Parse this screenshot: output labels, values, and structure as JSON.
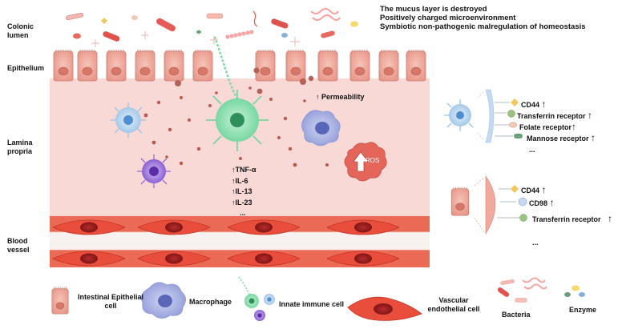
{
  "left_labels": {
    "colonic_lumen": "Colonic lumen",
    "epithelium": "Epithelium",
    "lamina_propria": "Lamina propria",
    "blood_vessel": "Blood vessel"
  },
  "top_notes": [
    "The mucus layer is destroyed",
    "Positively charged microenvironment",
    "Symbiotic non-pathogenic malregulation of homeostasis"
  ],
  "permeability": "Permeability",
  "ros_label": "ROS",
  "cytokines": [
    "TNF-α",
    "IL-6",
    "IL-13",
    "IL-23",
    "..."
  ],
  "immune_receptors": [
    "CD44",
    "Transferrin receptor",
    "Folate receptor",
    "Mannose receptor",
    "..."
  ],
  "epithelial_receptors": [
    "CD44",
    "CD98",
    "Transferrin receptor",
    "..."
  ],
  "legend": {
    "intestinal_epithelial_cell": "Intestinal Epithelial cell",
    "macrophage": "Macrophage",
    "innate_immune_cell": "Innate immune cell",
    "vascular_endothelial_cell": "Vascular endothelial cell",
    "bacteria": "Bacteria",
    "enzyme": "Enzyme"
  },
  "colors": {
    "lamina_propria": "#f9d9d6",
    "epithelial_cell": "#f0a99c",
    "vessel_wall": "#e8604a",
    "endothelial_cell": "#e2483a",
    "macrophage": "#a9b3e0",
    "innate_cell_green": "#8fe0b3",
    "innate_cell_purple": "#9a6fd6",
    "ros": "#e4665a",
    "marker": "#000000"
  },
  "arrows": "up"
}
